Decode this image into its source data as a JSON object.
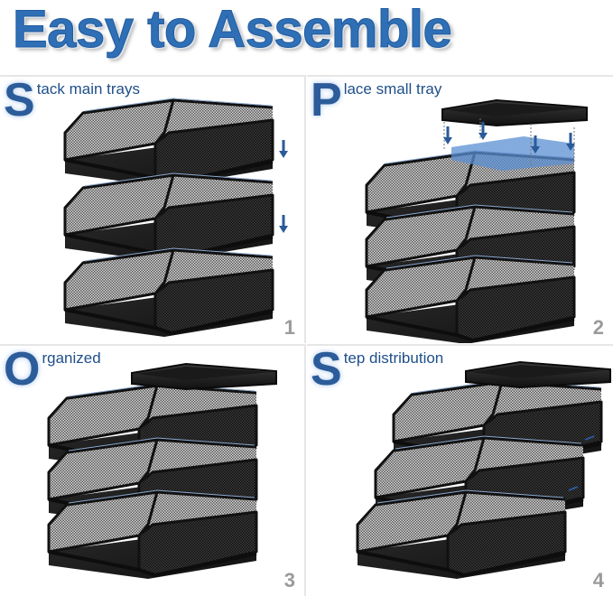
{
  "header": {
    "title": "Easy to Assemble"
  },
  "steps": [
    {
      "initial": "S",
      "caption": "tack main trays",
      "number": "1",
      "illustration": "three-mesh-trays-stacking-with-down-arrows"
    },
    {
      "initial": "P",
      "caption": "lace small tray",
      "number": "2",
      "illustration": "small-tray-placed-on-top-of-stack-with-blue-highlight"
    },
    {
      "initial": "O",
      "caption": "rganized",
      "number": "3",
      "illustration": "assembled-four-tier-tray-organizer"
    },
    {
      "initial": "S",
      "caption": "tep distribution",
      "number": "4",
      "illustration": "stepped-four-tier-tray-organizer"
    }
  ],
  "colors": {
    "title_blue": "#2f6fb5",
    "caption_blue": "#1f4f8a",
    "arrow_blue": "#2a5a9a",
    "highlight_blue": "#5b8fd1",
    "tray_black": "#1c1c1c",
    "mesh_gray": "#9a9a9a",
    "number_gray": "#9a9a9a"
  }
}
